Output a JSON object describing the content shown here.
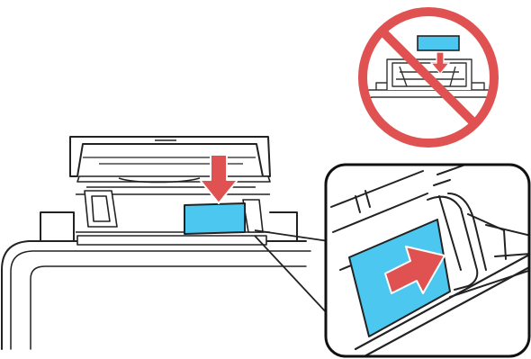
{
  "illustration": {
    "main_view": {
      "subject": "printer-rear-feed",
      "paper_action": "load-paper-down",
      "paper_color": "#4cc8f0",
      "arrow_color": "#e05252"
    },
    "zoom_inset": {
      "subject": "edge-guide",
      "action": "slide-guide-against-paper",
      "paper_color": "#4cc8f0",
      "arrow_color": "#e05252"
    },
    "prohibited_inset": {
      "subject": "incorrect-loading",
      "symbol": "prohibited-sign",
      "symbol_color": "#e05252",
      "paper_color": "#4cc8f0"
    },
    "line_color": "#222222"
  }
}
